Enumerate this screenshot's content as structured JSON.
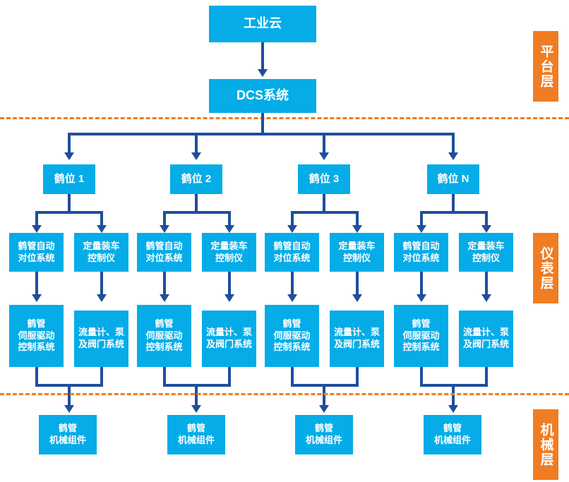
{
  "diagram": {
    "title_node": "工业云",
    "control_node": "DCS系统",
    "layers": [
      {
        "id": "platform",
        "label": "平台层"
      },
      {
        "id": "instrument",
        "label": "仪表层"
      },
      {
        "id": "mechanical",
        "label": "机械层"
      }
    ],
    "bays": [
      {
        "label": "鹤位 1"
      },
      {
        "label": "鹤位 2"
      },
      {
        "label": "鹤位 3"
      },
      {
        "label": "鹤位 N"
      }
    ],
    "instruments": {
      "left": "鹤管自动\n对位系统",
      "right": "定量装车\n控制仪"
    },
    "devices": {
      "left": "鹤管\n伺服驱动\n控制系统",
      "right": "流量计、泵\n及阀门系统"
    },
    "mechanical_node": "鹤管\n机械组件",
    "colors": {
      "node_blue": "#05ACE8",
      "layer_orange": "#F07C23",
      "connector_blue": "#1F4E9C",
      "background": "#FFFFFF"
    }
  }
}
